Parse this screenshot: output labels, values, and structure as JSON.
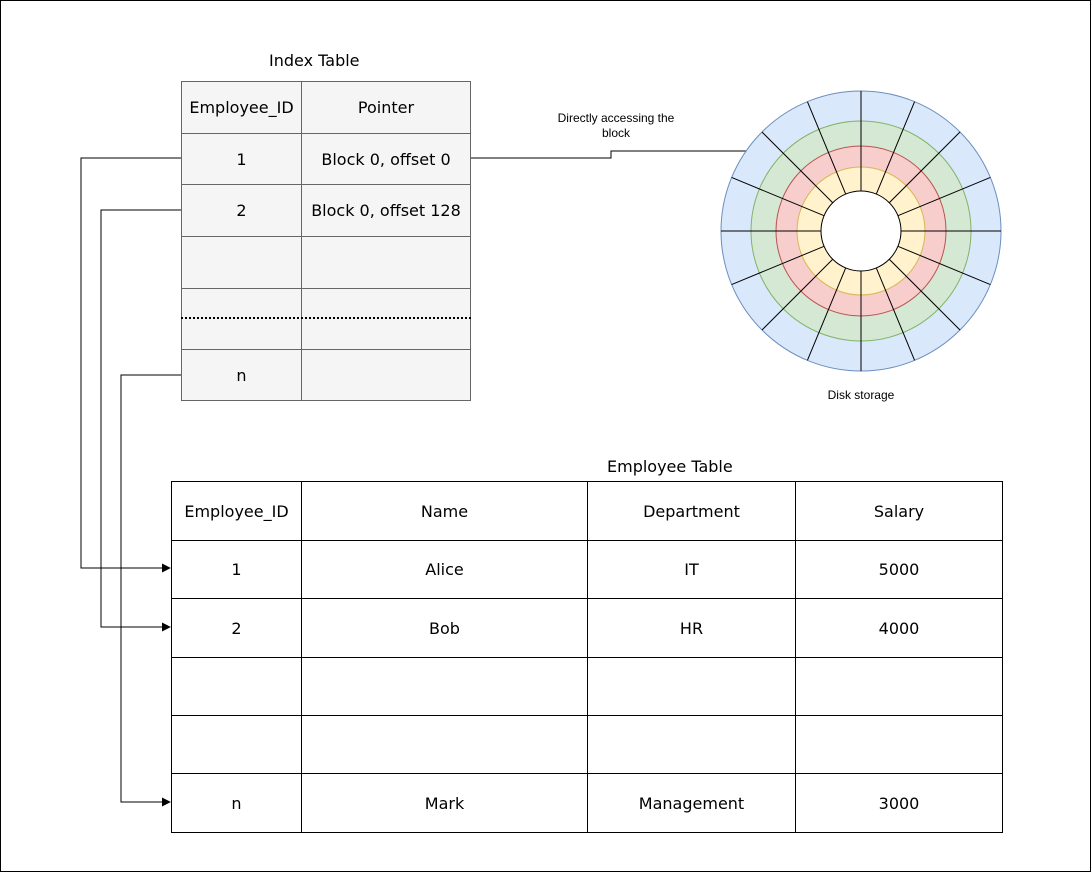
{
  "index_table": {
    "title": "Index Table",
    "headers": [
      "Employee_ID",
      "Pointer"
    ],
    "rows": [
      [
        "1",
        "Block 0, offset 0"
      ],
      [
        "2",
        "Block 0, offset 128"
      ],
      [
        "",
        ""
      ],
      [
        "",
        ""
      ],
      [
        "n",
        ""
      ]
    ]
  },
  "employee_table": {
    "title": "Employee Table",
    "headers": [
      "Employee_ID",
      "Name",
      "Department",
      "Salary"
    ],
    "rows": [
      [
        "1",
        "Alice",
        "IT",
        "5000"
      ],
      [
        "2",
        "Bob",
        "HR",
        "4000"
      ],
      [
        "",
        "",
        "",
        ""
      ],
      [
        "",
        "",
        "",
        ""
      ],
      [
        "n",
        "Mark",
        "Management",
        "3000"
      ]
    ]
  },
  "disk": {
    "label": "Disk storage",
    "arrow_label": "Directly accessing the block",
    "ring_colors": [
      "#dae8fc",
      "#d5e8d4",
      "#f8cecc",
      "#fff2cc"
    ],
    "ring_strokes": [
      "#6c8ebf",
      "#82b366",
      "#b85450",
      "#d6b656"
    ]
  }
}
